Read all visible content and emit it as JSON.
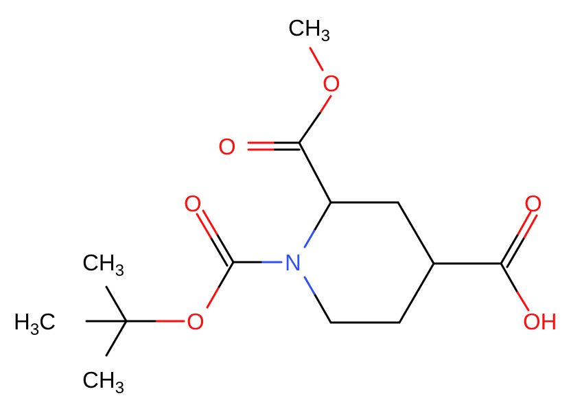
{
  "atoms": {
    "methyl_top": {
      "main": "CH",
      "sub": "3"
    },
    "ester_o": {
      "main": "O"
    },
    "ester_carbonyl_o": {
      "main": "O"
    },
    "boc_carbonyl_o": {
      "main": "O"
    },
    "ring_n": {
      "main": "N"
    },
    "boc_ether_o": {
      "main": "O"
    },
    "acid_carbonyl_o": {
      "main": "O"
    },
    "acid_oh": {
      "main": "OH"
    },
    "tbu_ch3_top": {
      "main": "CH",
      "sub": "3"
    },
    "tbu_ch3_left": {
      "pre": "H",
      "sub": "3",
      "main": "C"
    },
    "tbu_ch3_bottom": {
      "main": "CH",
      "sub": "3"
    }
  },
  "colors": {
    "carbon": "#000000",
    "oxygen": "#ff0d0d",
    "nitrogen": "#3050f8",
    "background": "#ffffff"
  }
}
